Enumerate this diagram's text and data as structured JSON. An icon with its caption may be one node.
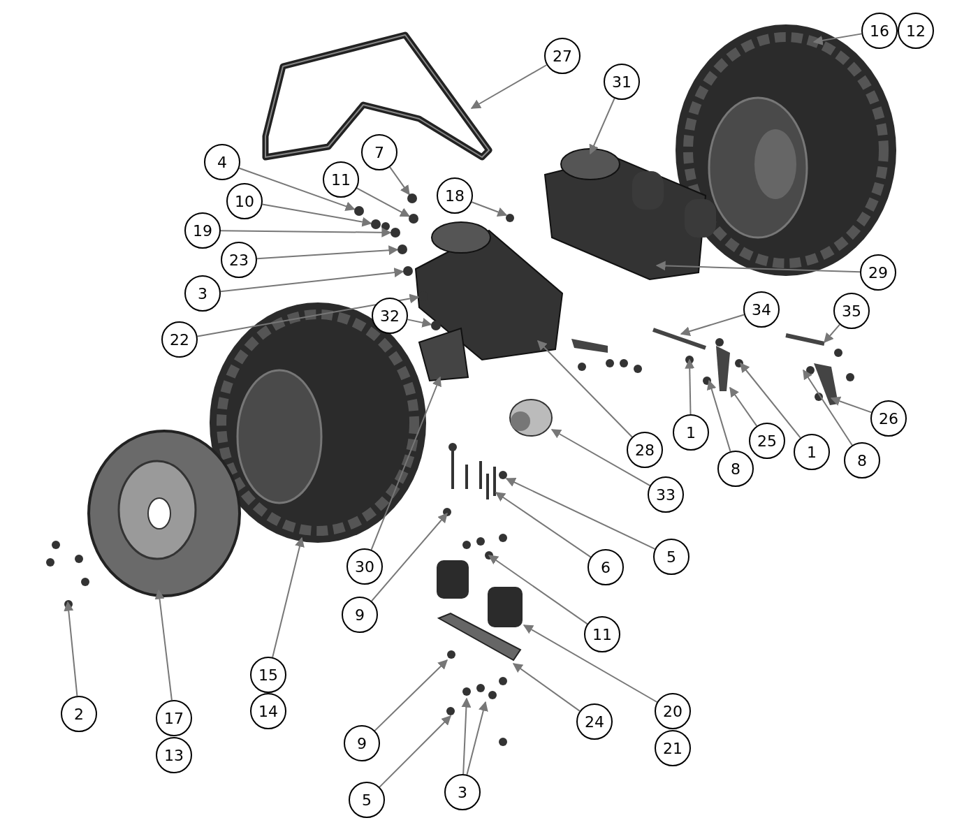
{
  "diagram": {
    "nodes": [
      {
        "text": [
          "16"
        ]
      },
      {
        "text": [
          "12"
        ]
      },
      {
        "text": [
          "27"
        ]
      },
      {
        "text": [
          "31"
        ]
      },
      {
        "text": [
          "7"
        ]
      },
      {
        "text": [
          "4"
        ]
      },
      {
        "text": [
          "11"
        ]
      },
      {
        "text": [
          "18"
        ]
      },
      {
        "text": [
          "10"
        ]
      },
      {
        "text": [
          "19"
        ]
      },
      {
        "text": [
          "23"
        ]
      },
      {
        "text": [
          "29"
        ]
      },
      {
        "text": [
          "3"
        ]
      },
      {
        "text": [
          "34"
        ]
      },
      {
        "text": [
          "35"
        ]
      },
      {
        "text": [
          "32"
        ]
      },
      {
        "text": [
          "22"
        ]
      },
      {
        "text": [
          "26"
        ]
      },
      {
        "text": [
          "1"
        ]
      },
      {
        "text": [
          "25"
        ]
      },
      {
        "text": [
          "28"
        ]
      },
      {
        "text": [
          "1"
        ]
      },
      {
        "text": [
          "8"
        ]
      },
      {
        "text": [
          "8"
        ]
      },
      {
        "text": [
          "33"
        ]
      },
      {
        "text": [
          "5"
        ]
      },
      {
        "text": [
          "30"
        ]
      },
      {
        "text": [
          "6"
        ]
      },
      {
        "text": [
          "9"
        ]
      },
      {
        "text": [
          "11"
        ]
      },
      {
        "text": [
          "15"
        ]
      },
      {
        "text": [
          "20"
        ]
      },
      {
        "text": [
          "2"
        ]
      },
      {
        "text": [
          "14"
        ]
      },
      {
        "text": [
          "17"
        ]
      },
      {
        "text": [
          "24"
        ]
      },
      {
        "text": [
          "9"
        ]
      },
      {
        "text": [
          "21"
        ]
      },
      {
        "text": [
          "13"
        ]
      },
      {
        "text": [
          "3"
        ]
      },
      {
        "text": [
          "5"
        ]
      },
      {
        "text": [],
        "shape": "circle"
      },
      {
        "text": [],
        "shape": "circle"
      },
      {
        "text": [],
        "shape": "circle"
      },
      {
        "text": [],
        "shape": "circle"
      },
      {
        "text": [],
        "shape": "circle"
      },
      {
        "text": [],
        "shape": "circle"
      },
      {
        "text": [],
        "shape": "circle"
      },
      {
        "text": [],
        "shape": "circle"
      },
      {
        "text": [],
        "shape": "circle"
      }
    ],
    "edges": [
      {
        "from": 0,
        "to": null,
        "arrow": "to"
      },
      {
        "from": 2,
        "to": null,
        "arrow": "to"
      },
      {
        "from": 3,
        "to": null,
        "arrow": "to"
      },
      {
        "from": 4,
        "to": 41,
        "arrow": "to"
      },
      {
        "from": 5,
        "to": 42,
        "arrow": "to"
      },
      {
        "from": 6,
        "to": 43,
        "arrow": "to"
      },
      {
        "from": 7,
        "to": null,
        "arrow": "to"
      },
      {
        "from": 8,
        "to": 44,
        "arrow": "to"
      },
      {
        "from": 9,
        "to": 47,
        "arrow": "to"
      },
      {
        "from": 10,
        "to": 48,
        "arrow": "to"
      },
      {
        "from": 11,
        "to": null,
        "arrow": "to"
      },
      {
        "from": 12,
        "to": 45,
        "arrow": "to"
      },
      {
        "from": 13,
        "to": null,
        "arrow": "to"
      },
      {
        "from": 14,
        "to": null,
        "arrow": "to"
      },
      {
        "from": 15,
        "to": 49,
        "arrow": "to"
      },
      {
        "from": 16,
        "to": 46,
        "arrow": "to"
      },
      {
        "from": 17,
        "to": null,
        "arrow": "to"
      },
      {
        "from": 18,
        "to": null,
        "arrow": "to"
      },
      {
        "from": 19,
        "to": null,
        "arrow": "to"
      },
      {
        "from": 20,
        "to": null,
        "arrow": "to"
      },
      {
        "from": 21,
        "to": null,
        "arrow": "to"
      },
      {
        "from": 22,
        "to": null,
        "arrow": "to"
      },
      {
        "from": 23,
        "to": null,
        "arrow": "to"
      },
      {
        "from": 24,
        "to": null,
        "arrow": "to"
      },
      {
        "from": 25,
        "to": null,
        "arrow": "to"
      },
      {
        "from": 26,
        "to": null,
        "arrow": "to"
      },
      {
        "from": 27,
        "to": null,
        "arrow": "to"
      },
      {
        "from": 28,
        "to": null,
        "arrow": "to"
      },
      {
        "from": 29,
        "to": null,
        "arrow": "to"
      },
      {
        "from": 30,
        "to": null,
        "arrow": "to"
      },
      {
        "from": 31,
        "to": null,
        "arrow": "to"
      },
      {
        "from": 32,
        "to": null,
        "arrow": "to"
      },
      {
        "from": 34,
        "to": null,
        "arrow": "to"
      },
      {
        "from": 35,
        "to": null,
        "arrow": "to"
      },
      {
        "from": 36,
        "to": null,
        "arrow": "to"
      },
      {
        "from": 39,
        "to": null,
        "arrow": "to"
      },
      {
        "from": 39,
        "to": null,
        "arrow": "to"
      },
      {
        "from": 40,
        "to": null,
        "arrow": "to"
      }
    ]
  }
}
